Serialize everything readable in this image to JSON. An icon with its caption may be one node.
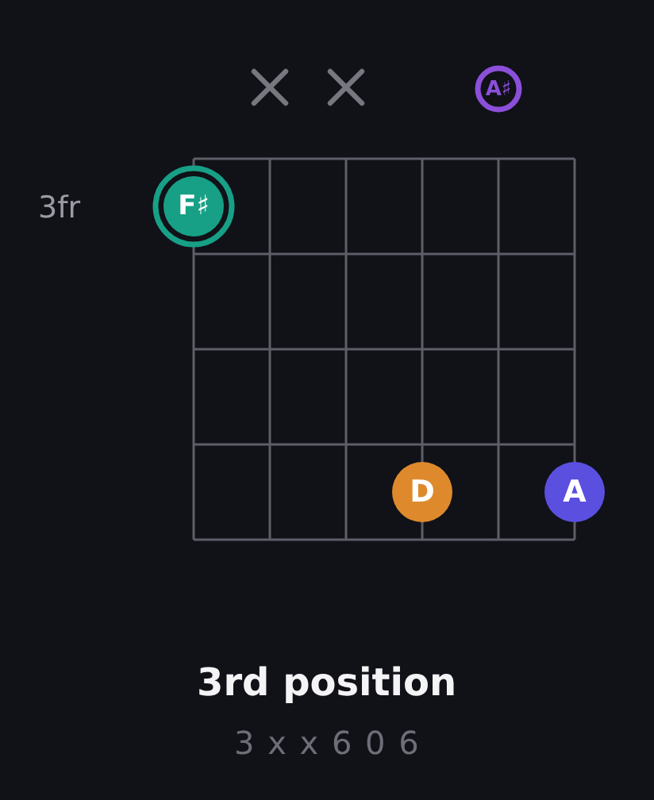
{
  "diagram": {
    "title": "3rd position",
    "caption": "3 x x 6 0 6",
    "nodes": [
      {
        "text": [
          "A♯"
        ]
      },
      {
        "text": [
          "F♯"
        ]
      },
      {
        "text": [
          "D"
        ]
      },
      {
        "text": [
          "A"
        ]
      }
    ],
    "labels": [
      "3fr"
    ]
  }
}
